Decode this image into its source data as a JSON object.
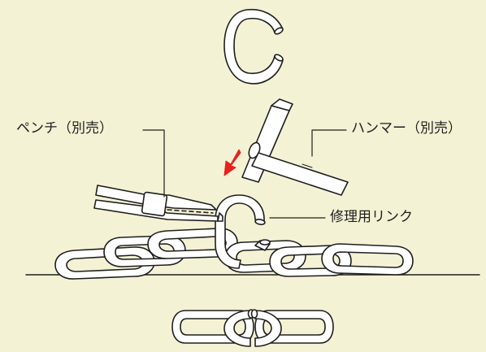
{
  "diagram": {
    "labels": {
      "pliers": "ペンチ（別売）",
      "hammer": "ハンマー（別売）",
      "repair_link": "修理用リンク"
    },
    "colors": {
      "background": "#f4f2d4",
      "line": "#1f1f1f",
      "link_fill": "#ffffff",
      "arrow": "#e8201c"
    }
  }
}
